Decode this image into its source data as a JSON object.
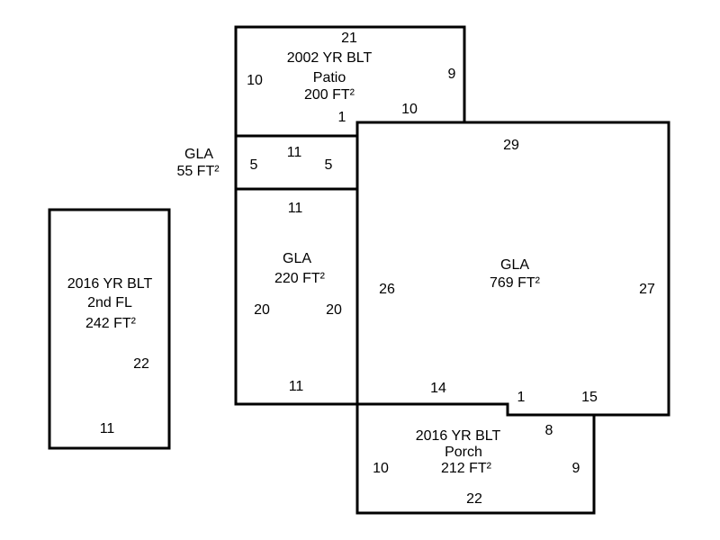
{
  "diagram": {
    "kind": "property-sketch-floor-plan",
    "background_color": "#ffffff",
    "line_color": "#000000",
    "areas": {
      "patio": {
        "year_built": "2002 YR BLT",
        "label": "Patio",
        "area": "200 FT²",
        "dim_top": "21",
        "dim_left": "10",
        "dim_right": "9",
        "dim_bottom": "10",
        "dim_step": "1"
      },
      "gla55": {
        "label": "GLA",
        "area": "55 FT²",
        "dim_top": "11",
        "dim_left": "5",
        "dim_right": "5"
      },
      "gla220": {
        "label": "GLA",
        "area": "220 FT²",
        "dim_top": "11",
        "dim_left": "20",
        "dim_right": "20",
        "dim_bottom": "11"
      },
      "gla769": {
        "label": "GLA",
        "area": "769 FT²",
        "dim_top": "29",
        "dim_left": "26",
        "dim_right": "27",
        "dim_bottom_left": "14",
        "dim_step": "1",
        "dim_bottom_right": "15"
      },
      "porch": {
        "year_built": "2016 YR BLT",
        "label": "Porch",
        "area": "212 FT²",
        "dim_top": "8",
        "dim_left": "10",
        "dim_right": "9",
        "dim_bottom": "22"
      },
      "second_floor": {
        "year_built": "2016 YR BLT",
        "label": "2nd FL",
        "area": "242 FT²",
        "dim_right": "22",
        "dim_bottom": "11"
      }
    }
  }
}
